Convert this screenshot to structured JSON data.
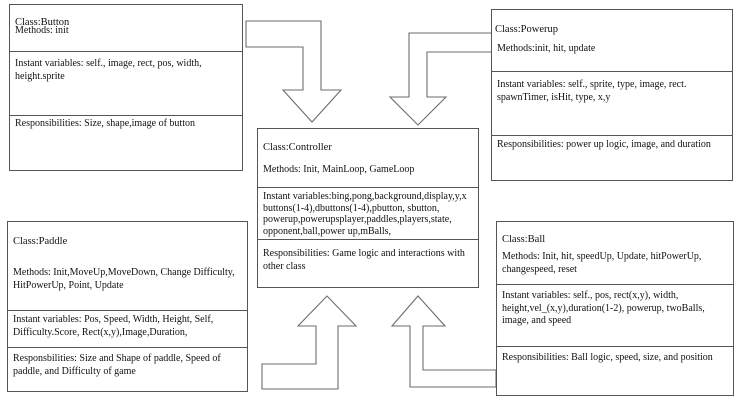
{
  "classes": {
    "button": {
      "name": "Class:Button",
      "methods": "Methods: init",
      "variables": "Instant variables: self., image, rect, pos, width, height.sprite",
      "responsibilities": "Responsibilities: Size, shape,image of button"
    },
    "powerup": {
      "name": "Class:Powerup",
      "methods": "Methods:init, hit, update",
      "variables": "Instant variables: self., sprite, type, image, rect. spawnTimer, isHit, type, x,y",
      "responsibilities": "Responsibilities: power up logic, image, and duration"
    },
    "controller": {
      "name": "Class:Controller",
      "methods": "Methods: Init, MainLoop, GameLoop",
      "variables": "Instant variables:bing,pong,background,display,y,x buttons(1-4),dbuttons(1-4),pbutton, sbutton, powerup,powerupsplayer,paddles,players,state, opponent,ball,power up,mBalls,",
      "responsibilities": "Responsibilities: Game logic and interactions with other class"
    },
    "paddle": {
      "name": "Class:Paddle",
      "methods": "Methods: Init,MoveUp,MoveDown, Change Difficulty, HitPowerUp, Point, Update",
      "variables": "Instant variables: Pos, Speed, Width, Height, Self, Difficulty.Score, Rect(x,y),Image,Duration,",
      "responsibilities": "Responsbilities: Size and Shape of paddle, Speed of paddle, and Difficulty of game"
    },
    "ball": {
      "name": "Class:Ball",
      "methods": "Methods: Init, hit, speedUp, Update, hitPowerUp, changespeed, reset",
      "variables": "Instant variables: self., pos, rect(x,y), width, height,vel_(x,y),duration(1-2), powerup, twoBalls, image, and speed",
      "responsibilities": "Responsibilities: Ball logic, speed, size, and position"
    }
  }
}
